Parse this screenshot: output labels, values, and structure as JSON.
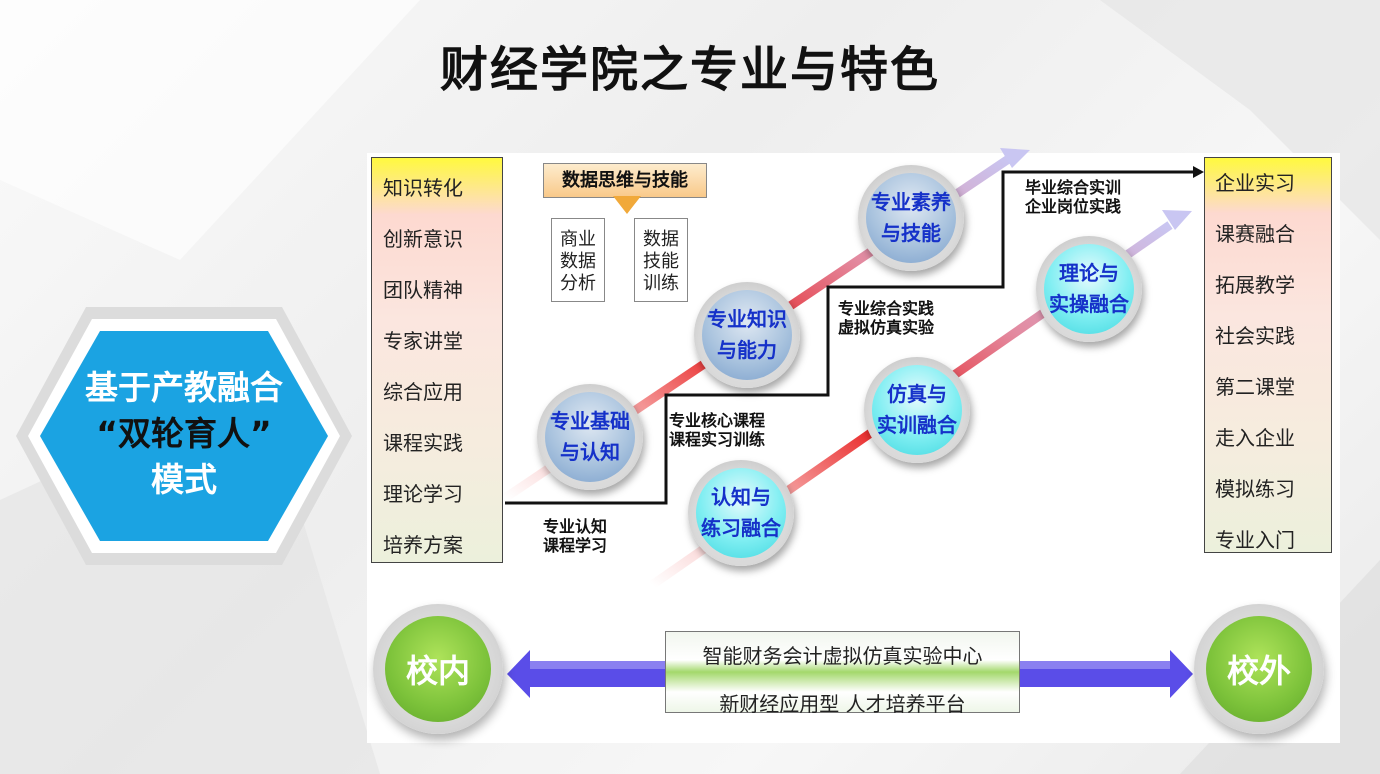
{
  "title": "财经学院之专业与特色",
  "model": {
    "line1": "基于产教融合",
    "quote_open": "“",
    "line2": "双轮育人",
    "quote_close": "”",
    "line3": "模式"
  },
  "left_column": [
    "知识转化",
    "创新意识",
    "团队精神",
    "专家讲堂",
    "综合应用",
    "课程实践",
    "理论学习",
    "培养方案"
  ],
  "right_column": [
    "企业实习",
    "课赛融合",
    "拓展教学",
    "社会实践",
    "第二课堂",
    "走入企业",
    "模拟练习",
    "专业入门"
  ],
  "data_skills": {
    "title": "数据思维与技能",
    "box1": [
      "商业",
      "数据",
      "分析"
    ],
    "box2": [
      "数据",
      "技能",
      "训练"
    ]
  },
  "upper_circles": [
    {
      "line1": "专业基础",
      "line2": "与认知"
    },
    {
      "line1": "专业知识",
      "line2": "与能力"
    },
    {
      "line1": "专业素养",
      "line2": "与技能"
    }
  ],
  "lower_circles": [
    {
      "line1": "认知与",
      "line2": "练习融合"
    },
    {
      "line1": "仿真与",
      "line2": "实训融合"
    },
    {
      "line1": "理论与",
      "line2": "实操融合"
    }
  ],
  "steps": [
    {
      "line1": "专业认知",
      "line2": "课程学习"
    },
    {
      "line1": "专业核心课程",
      "line2": "课程实习训练"
    },
    {
      "line1": "专业综合实践",
      "line2": "虚拟仿真实验"
    },
    {
      "line1": "毕业综合实训",
      "line2": "企业岗位实践"
    }
  ],
  "bottom": {
    "left": "校内",
    "right": "校外",
    "center_line1": "智能财务会计虚拟仿真实验中心",
    "center_line2": "新财经应用型 人才培养平台"
  }
}
